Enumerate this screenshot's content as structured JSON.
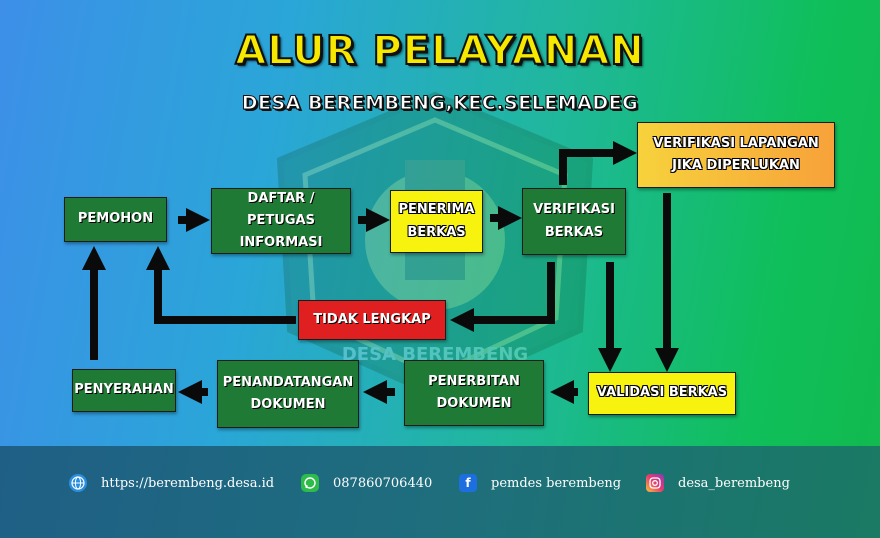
{
  "header": {
    "title": "ALUR PELAYANAN",
    "subtitle": "DESA BEREMBENG,KEC.SELEMADEG"
  },
  "emblem": {
    "label": "DESA BEREMBENG"
  },
  "flow": {
    "pemohon": "PEMOHON",
    "daftar": [
      "DAFTAR / PETUGAS",
      "INFORMASI"
    ],
    "penerima": [
      "PENERIMA",
      "BERKAS"
    ],
    "verifikasi": [
      "VERIFIKASI",
      "BERKAS"
    ],
    "verifikasi_lapangan": [
      "VERIFIKASI LAPANGAN",
      "JIKA DIPERLUKAN"
    ],
    "tidak_lengkap": "TIDAK LENGKAP",
    "validasi": "VALIDASI BERKAS",
    "penerbitan": [
      "PENERBITAN",
      "DOKUMEN"
    ],
    "penandatangan": [
      "PENANDATANGAN",
      "DOKUMEN"
    ],
    "penyerahan": "PENYERAHAN"
  },
  "colors": {
    "green": "#1f7a36",
    "yellow": "#f7f20e",
    "red": "#e02020",
    "orange": "#f7a23a"
  },
  "footer": {
    "website": {
      "icon": "globe-icon",
      "text": "https://berembeng.desa.id"
    },
    "whatsapp": {
      "icon": "whatsapp-icon",
      "text": "087860706440"
    },
    "facebook": {
      "icon": "facebook-icon",
      "text": "pemdes berembeng"
    },
    "instagram": {
      "icon": "instagram-icon",
      "text": "desa_berembeng"
    }
  }
}
